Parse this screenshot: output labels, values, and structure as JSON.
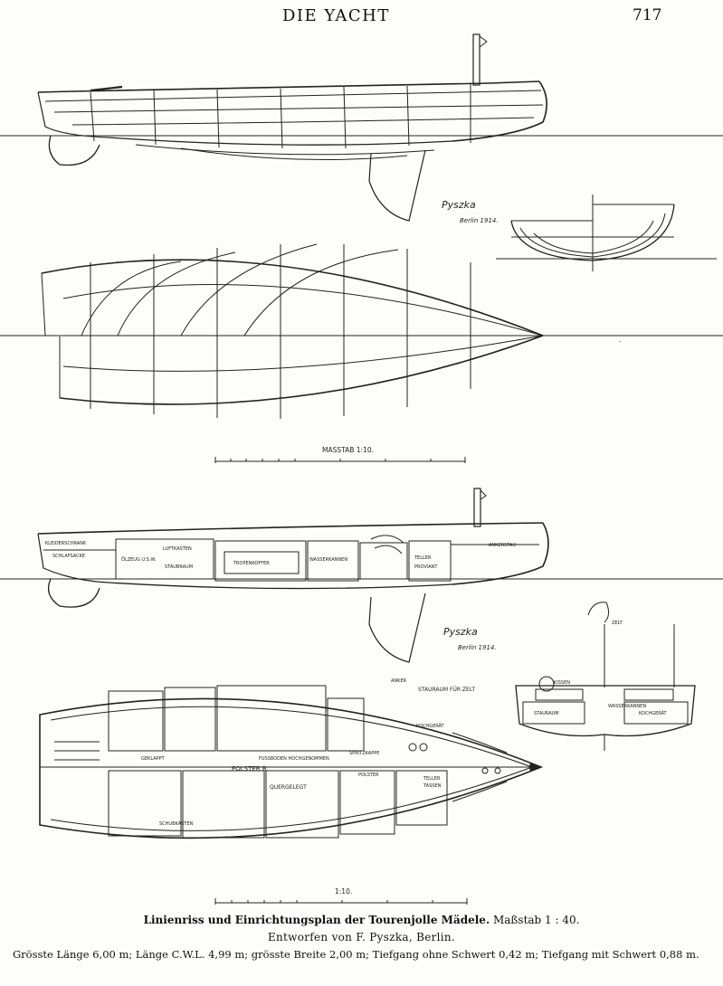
{
  "header": {
    "journal_title": "DIE YACHT",
    "page_number": "717"
  },
  "lines_plan": {
    "scale_label": "MASSTAB 1:10.",
    "signature": "Pyszka",
    "signature_date": "Berlin 1914."
  },
  "arrangement_plan": {
    "scale_label": "1:10.",
    "signature": "Pyszka",
    "signature_date": "Berlin 1914.",
    "profile_labels": [
      "KLEIDERSCHRANK",
      "SCHLAFSACKE",
      "ÖLZEUG U.S.W.",
      "LUFTKASTEN",
      "STAUBRAUM",
      "TROPENKOFFER",
      "WASSERKANNEN",
      "PROVIANT",
      "TELLER",
      "ANKERSTAU"
    ],
    "plan_labels": [
      "ANKER",
      "STAURAUM FÜR ZELT",
      "POLSTER B",
      "FUSSBODEN HOCHGENOMMEN",
      "SPRITZKAPPE",
      "POLSTER",
      "GEKLAPPT",
      "QUERGELEGT",
      "KOCHGERÄT",
      "TELLER",
      "TASSEN",
      "SCHUBKASTEN"
    ],
    "section_labels": [
      "ZELT",
      "KISSEN",
      "STAURAUM",
      "WASSERKANNEN",
      "KOCHGERÄT"
    ]
  },
  "caption": {
    "title_bold": "Linienriss und Einrichtungsplan der Tourenjolle Mädele.",
    "title_scale": "Maßstab 1 : 40.",
    "designer": "Entworfen von F. Pyszka, Berlin.",
    "dimensions": "Grösste Länge 6,00 m; Länge C.W.L. 4,99 m; grösste Breite 2,00 m; Tiefgang ohne Schwert 0,42 m; Tiefgang mit Schwert 0,88 m."
  }
}
